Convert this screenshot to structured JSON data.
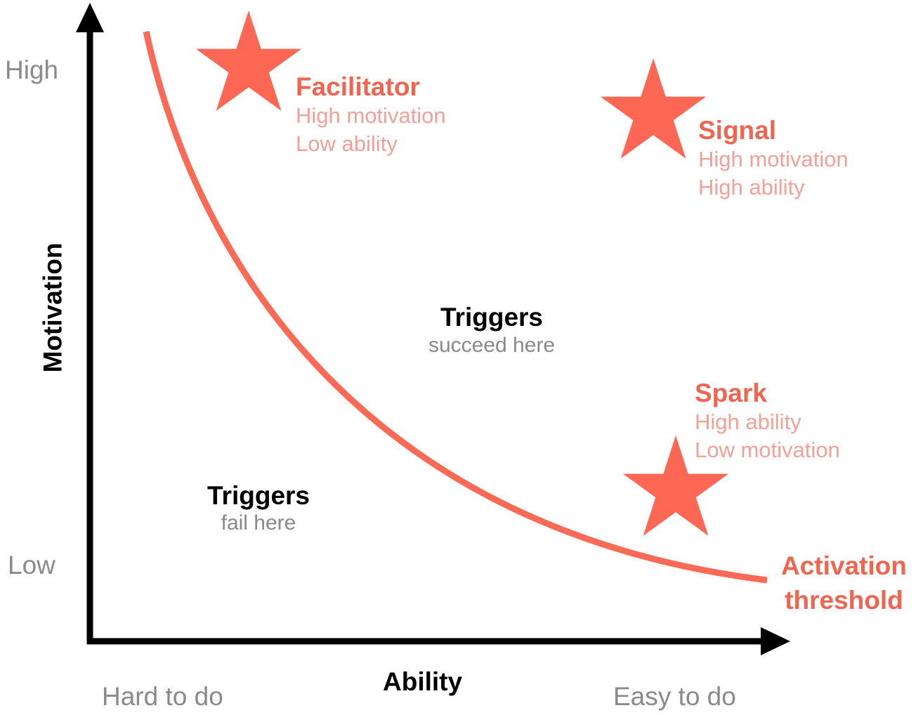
{
  "colors": {
    "star": "#fd6754",
    "curve": "#fb6a57",
    "title": "#ee6552",
    "subtitle": "#f3a198",
    "axis": "#000000",
    "muted": "#8a8a8a"
  },
  "axes": {
    "y_label": "Motivation",
    "y_high": "High",
    "y_low": "Low",
    "x_label": "Ability",
    "x_hard": "Hard to do",
    "x_easy": "Easy to do"
  },
  "curve_label": [
    "Activation",
    "threshold"
  ],
  "regions": {
    "above": {
      "title": "Triggers",
      "subtitle": "succeed here"
    },
    "below": {
      "title": "Triggers",
      "subtitle": "fail here"
    }
  },
  "triggers": [
    {
      "name": "Facilitator",
      "lines": [
        "High motivation",
        "Low ability"
      ],
      "icon": "star-icon"
    },
    {
      "name": "Signal",
      "lines": [
        "High motivation",
        "High ability"
      ],
      "icon": "star-icon"
    },
    {
      "name": "Spark",
      "lines": [
        "High ability",
        "Low motivation"
      ],
      "icon": "star-icon"
    }
  ]
}
